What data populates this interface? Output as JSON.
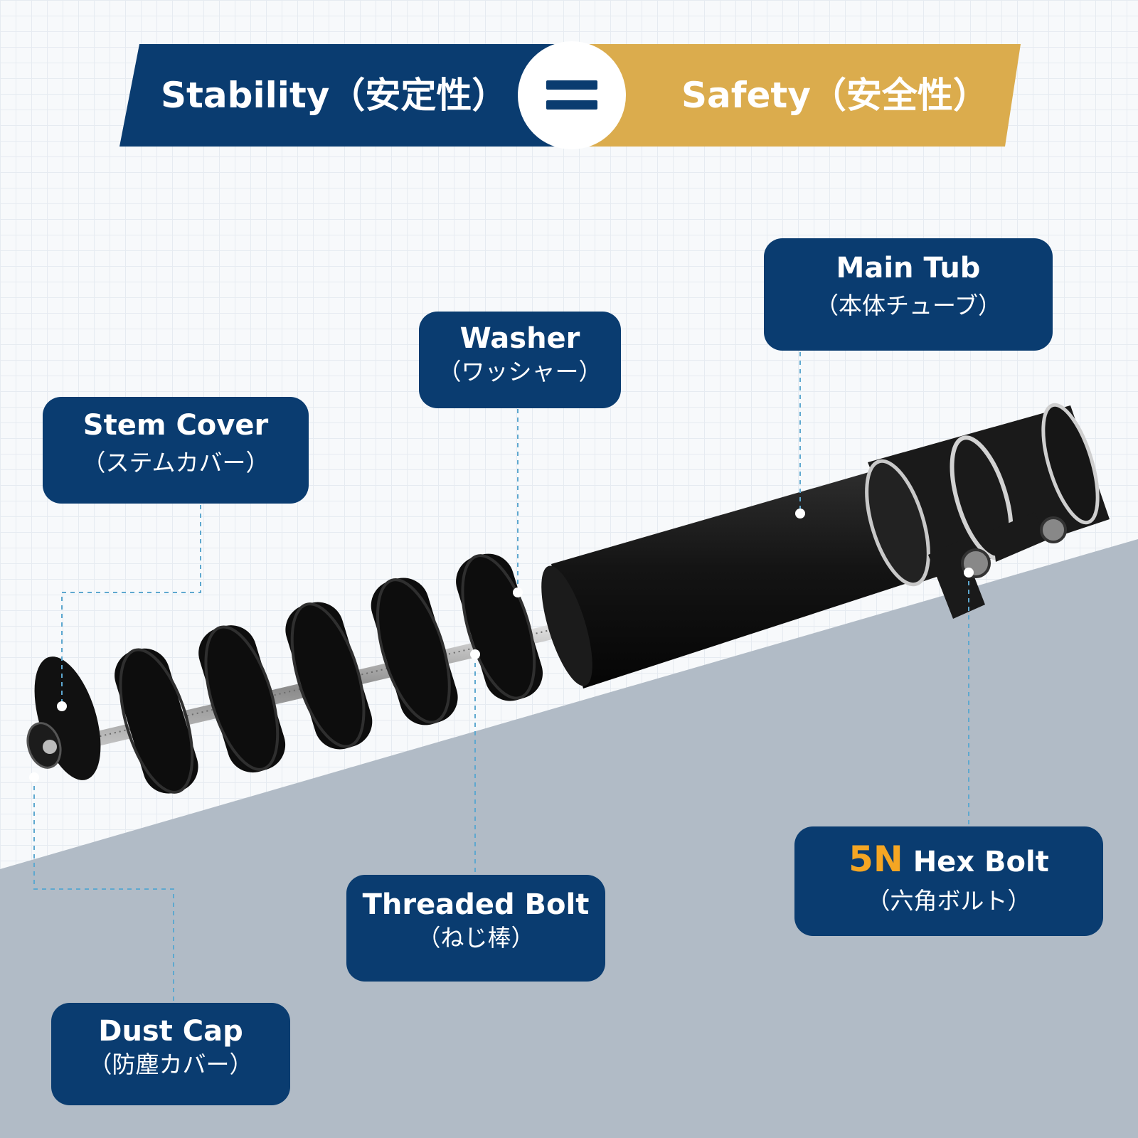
{
  "banner": {
    "left_text": "Stability（安定性）",
    "equals_sign": "=",
    "right_text": "Safety（安全性）",
    "colors": {
      "navy": "#0a3c70",
      "gold": "#dbac4d"
    }
  },
  "labels": {
    "main_tub": {
      "title": "Main Tub",
      "subtitle": "（本体チューブ）"
    },
    "washer": {
      "title": "Washer",
      "subtitle": "（ワッシャー）"
    },
    "stem_cover": {
      "title": "Stem Cover",
      "subtitle": "（ステムカバー）"
    },
    "hex_bolt": {
      "accent": "5N",
      "title": " Hex Bolt",
      "subtitle": "（六角ボルト）",
      "accent_color": "#f5a623"
    },
    "threaded_bolt": {
      "title": "Threaded Bolt",
      "subtitle": "（ねじ棒）"
    },
    "dust_cap": {
      "title": "Dust Cap",
      "subtitle": "（防塵カバー）"
    }
  }
}
